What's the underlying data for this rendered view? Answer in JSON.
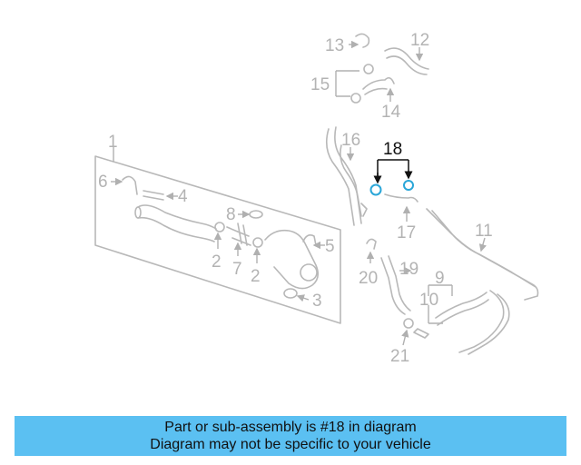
{
  "callouts": {
    "c1": "1",
    "c2a": "2",
    "c2b": "2",
    "c3": "3",
    "c4": "4",
    "c5": "5",
    "c6": "6",
    "c7": "7",
    "c8": "8",
    "c9": "9",
    "c10": "10",
    "c11": "11",
    "c12": "12",
    "c13": "13",
    "c14": "14",
    "c15": "15",
    "c16": "16",
    "c17": "17",
    "c18": "18",
    "c19": "19",
    "c20": "20",
    "c21": "21"
  },
  "highlight_color": "#2aa6d8",
  "banner": {
    "color": "#5bc0f2",
    "line1": "Part or sub-assembly is #18 in diagram",
    "line2": "Diagram may not be specific to your vehicle"
  }
}
